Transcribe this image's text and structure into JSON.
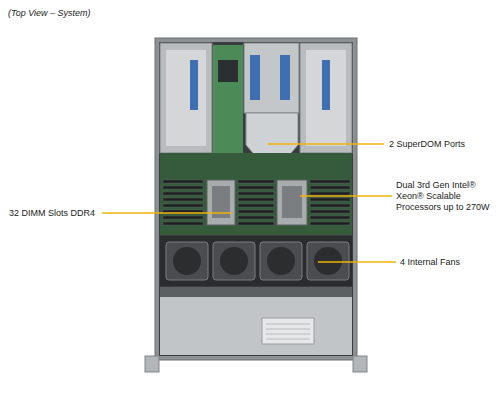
{
  "diagram": {
    "title": "(Top View – System)",
    "labels": [
      "2 SuperDOM Ports",
      "Dual 3rd Gen Intel® Xeon® Scalable Processors up to 270W",
      "32 DIMM Slots DDR4",
      "4 Internal Fans"
    ]
  }
}
